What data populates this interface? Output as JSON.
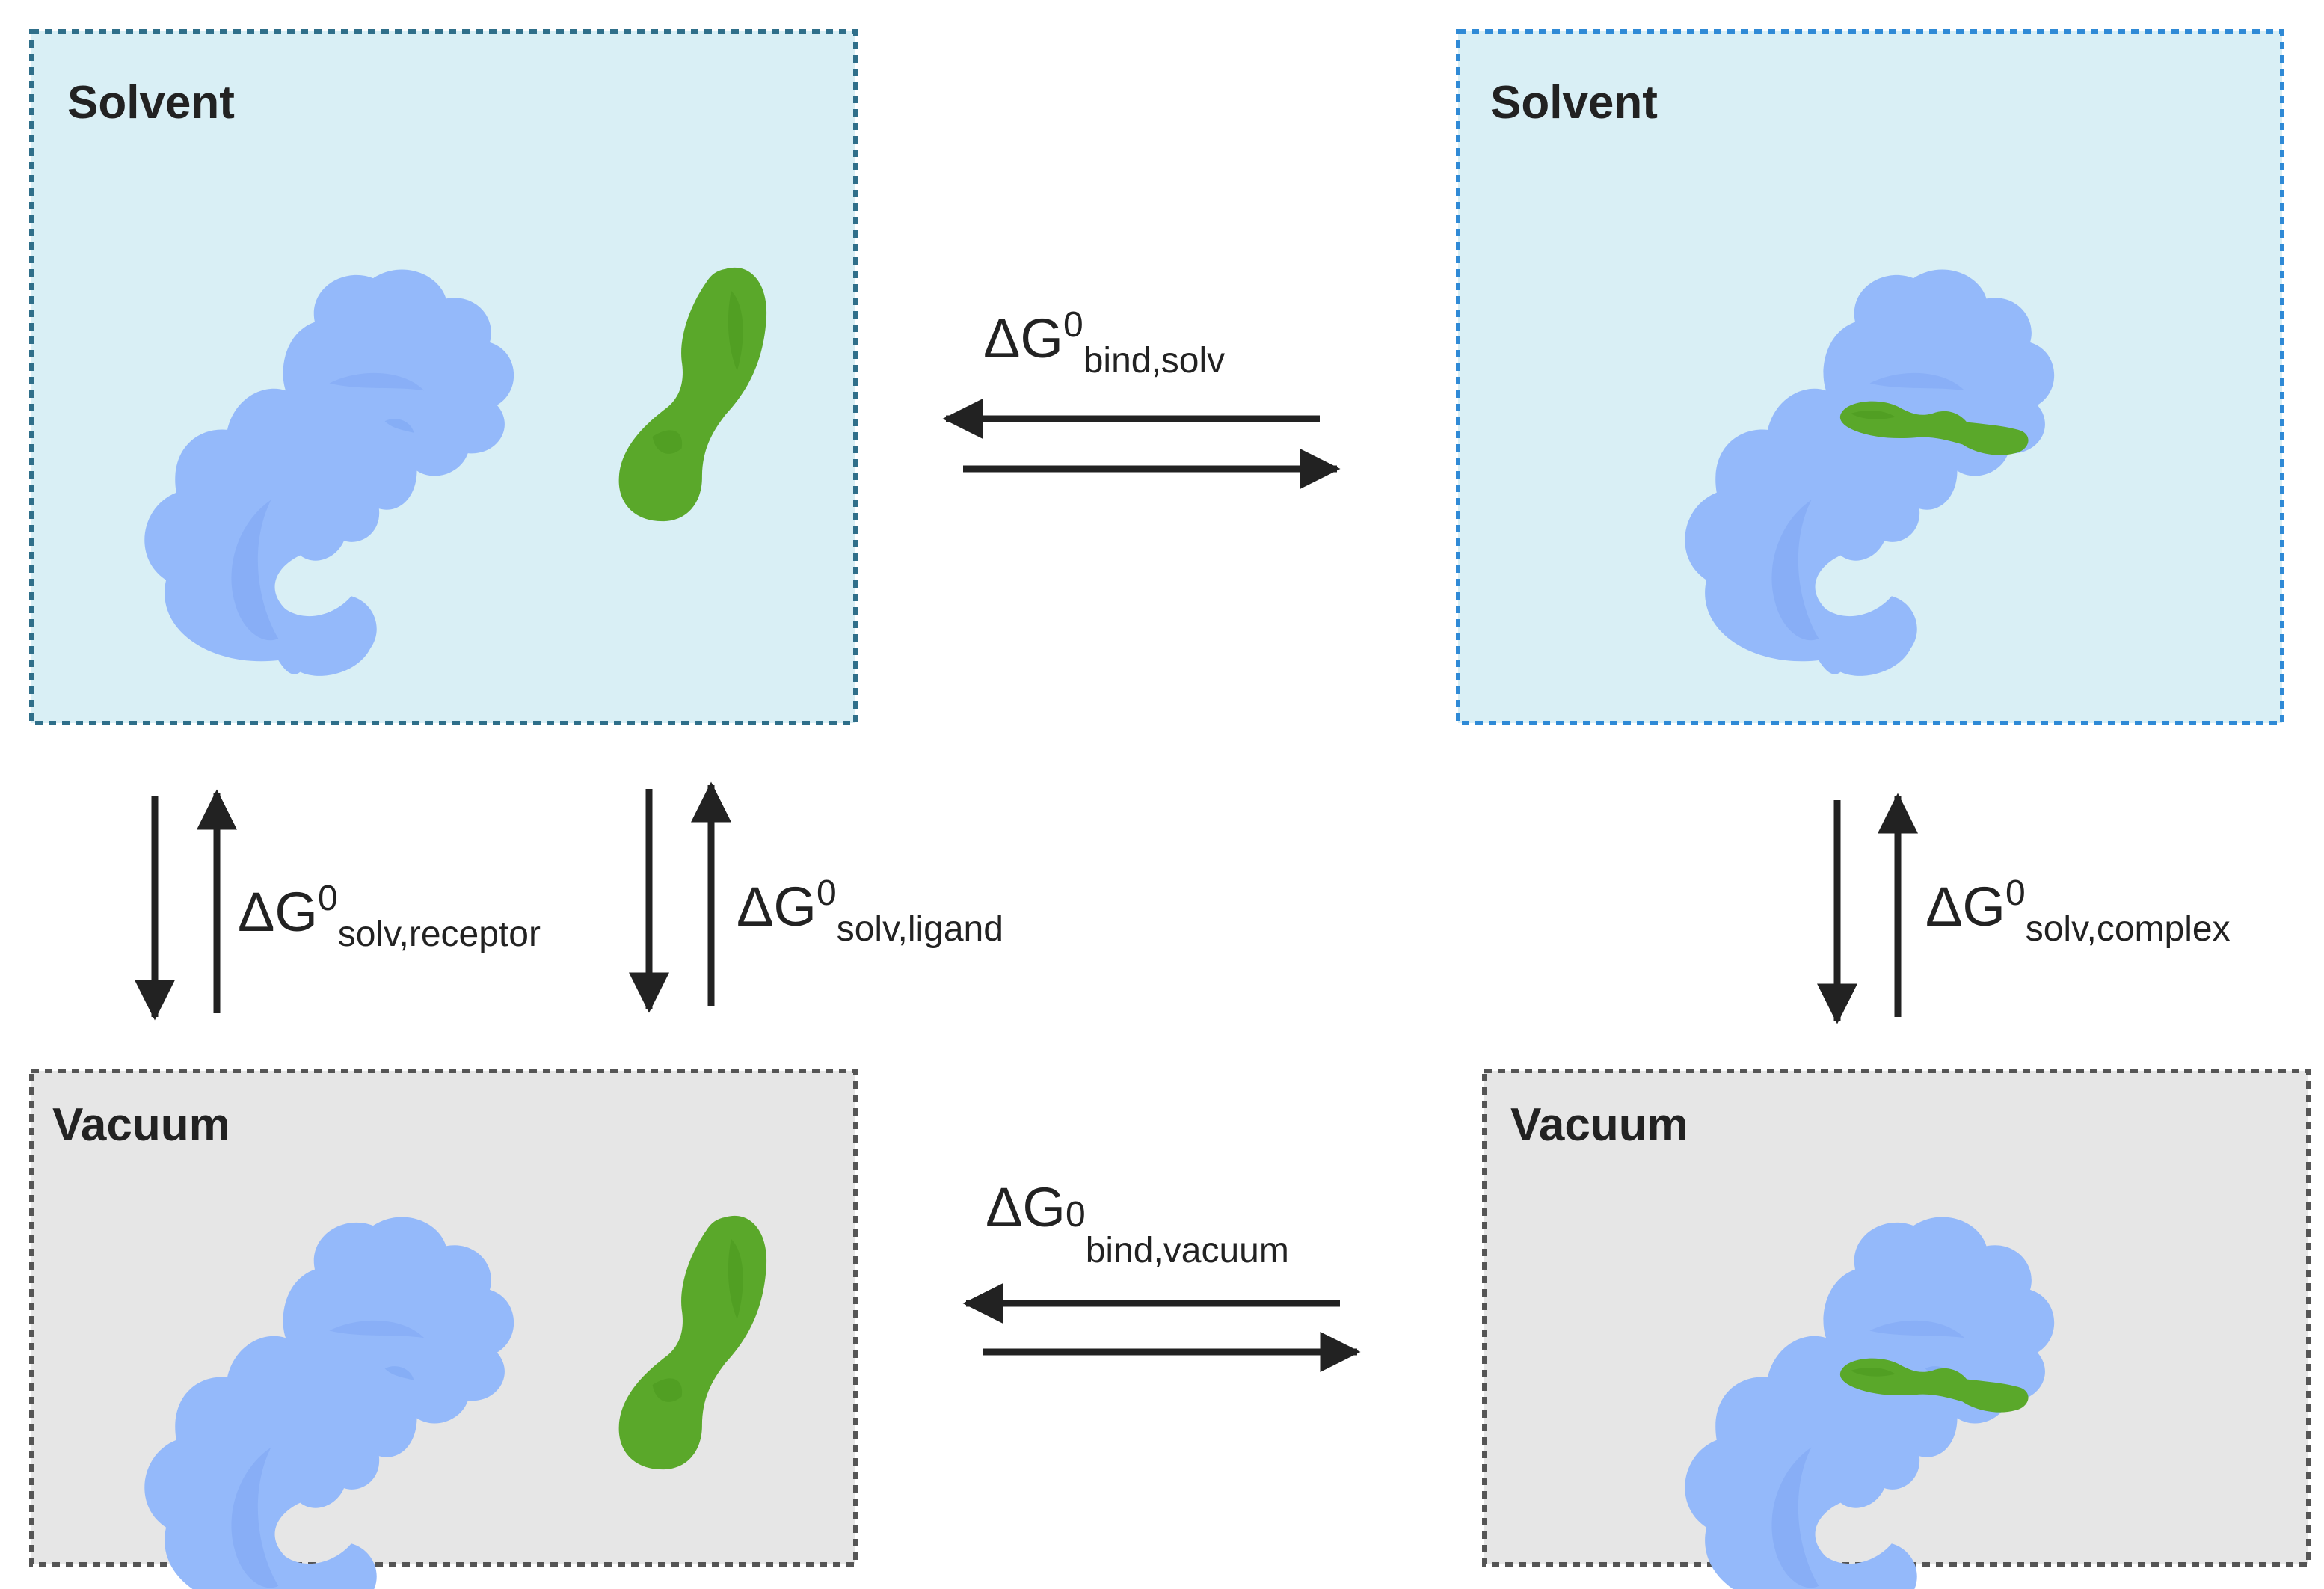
{
  "colors": {
    "solvent_fill": "#d9eff5",
    "solvent_border_left": "#2f6f8a",
    "solvent_border_right": "#2f8ad6",
    "vacuum_fill": "#e6e6e6",
    "vacuum_border": "#555555",
    "protein": "#94b9fa",
    "protein_shade": "#7da6f3",
    "ligand": "#5aa82a",
    "ligand_shade": "#4b9a20",
    "arrow": "#222222",
    "text": "#222222"
  },
  "boxes": {
    "solvent_left": {
      "label": "Solvent"
    },
    "solvent_right": {
      "label": "Solvent"
    },
    "vacuum_left": {
      "label": "Vacuum"
    },
    "vacuum_right": {
      "label": "Vacuum"
    }
  },
  "equilibria": {
    "bind_solv": {
      "delta": "ΔG",
      "sup": "0",
      "sub": "bind,solv"
    },
    "bind_vacuum": {
      "delta": "ΔG",
      "sup": "0",
      "sub": "bind,vacuum"
    },
    "solv_receptor": {
      "delta": "ΔG",
      "sup": "0",
      "sub": "solv,receptor"
    },
    "solv_ligand": {
      "delta": "ΔG",
      "sup": "0",
      "sub": "solv,ligand"
    },
    "solv_complex": {
      "delta": "ΔG",
      "sup": "0",
      "sub": "solv,complex"
    }
  },
  "icons": {
    "receptor": "protein-blob-icon",
    "ligand": "ligand-icon",
    "complex": "protein-ligand-complex-icon"
  }
}
